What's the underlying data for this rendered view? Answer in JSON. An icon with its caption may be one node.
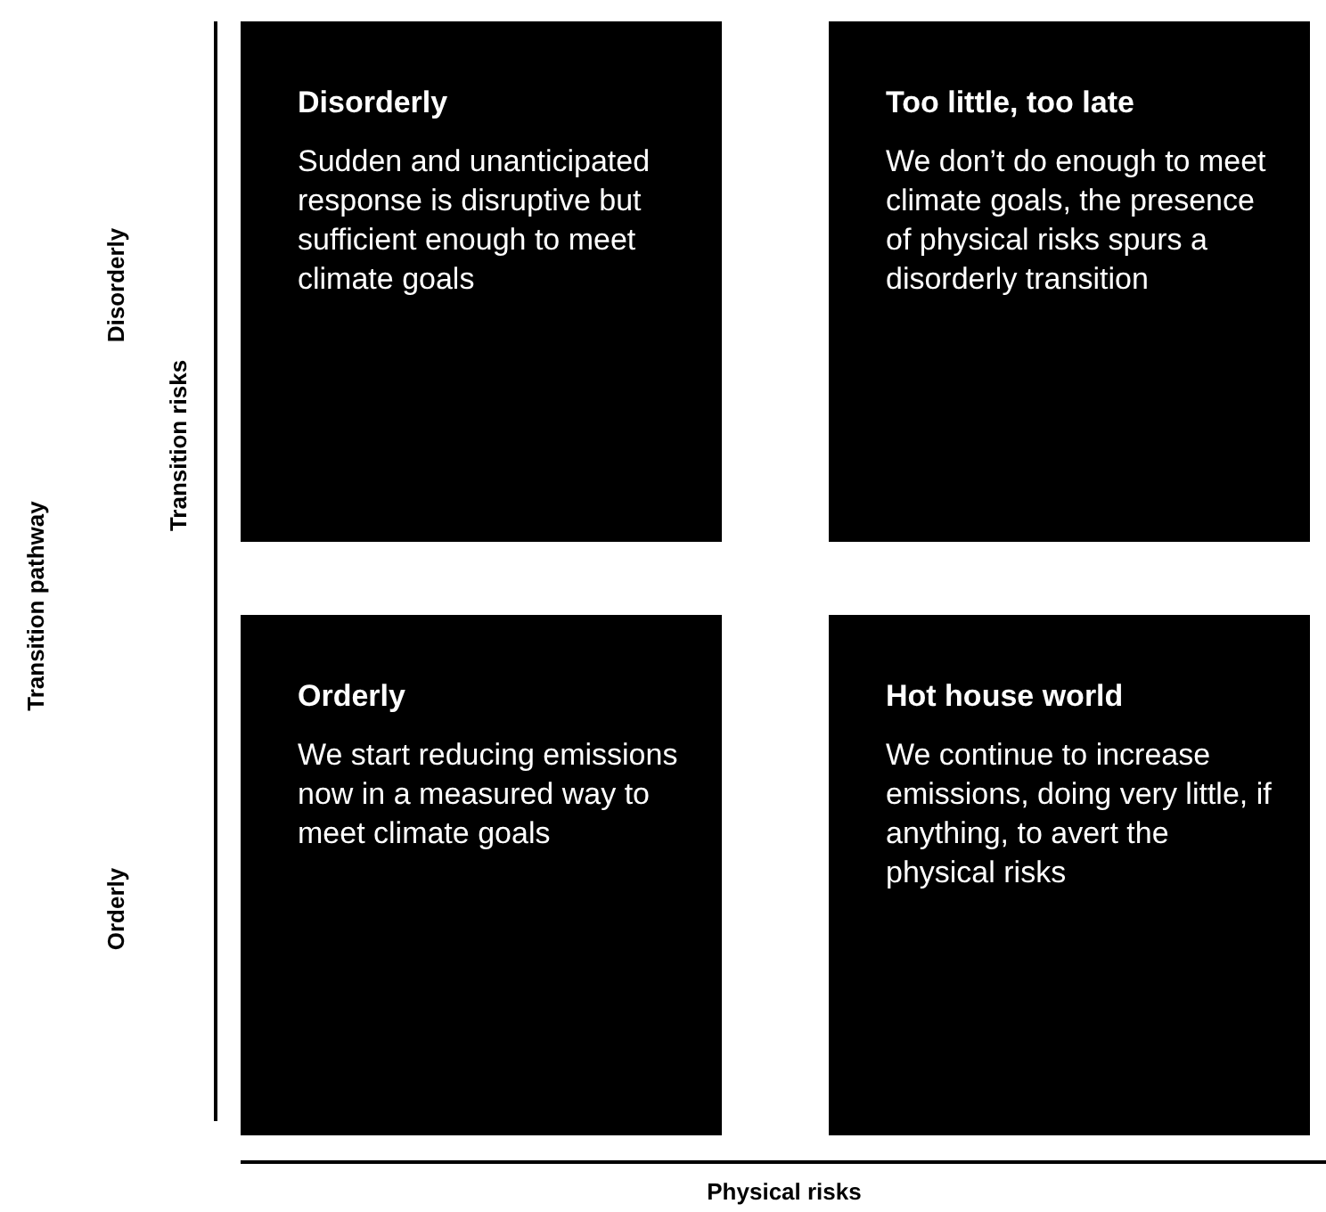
{
  "diagram": {
    "nodes": [
      {
        "text": [
          "Disorderly",
          "Sudden and unanticipated response is disruptive but sufficient enough to meet climate goals"
        ]
      },
      {
        "text": [
          "Too little, too late",
          "We don’t do enough to meet climate goals, the presence of physical risks spurs a disorderly transition"
        ]
      },
      {
        "text": [
          "Orderly",
          "We start reducing emissions now in a measured way to meet climate goals"
        ]
      },
      {
        "text": [
          "Hot house world",
          "We continue to increase emissions, doing very little, if anything, to avert the physical risks"
        ]
      }
    ],
    "labels": [
      "Disorderly",
      "Transition pathway",
      "Transition risks",
      "Orderly",
      "Physical risks"
    ]
  }
}
